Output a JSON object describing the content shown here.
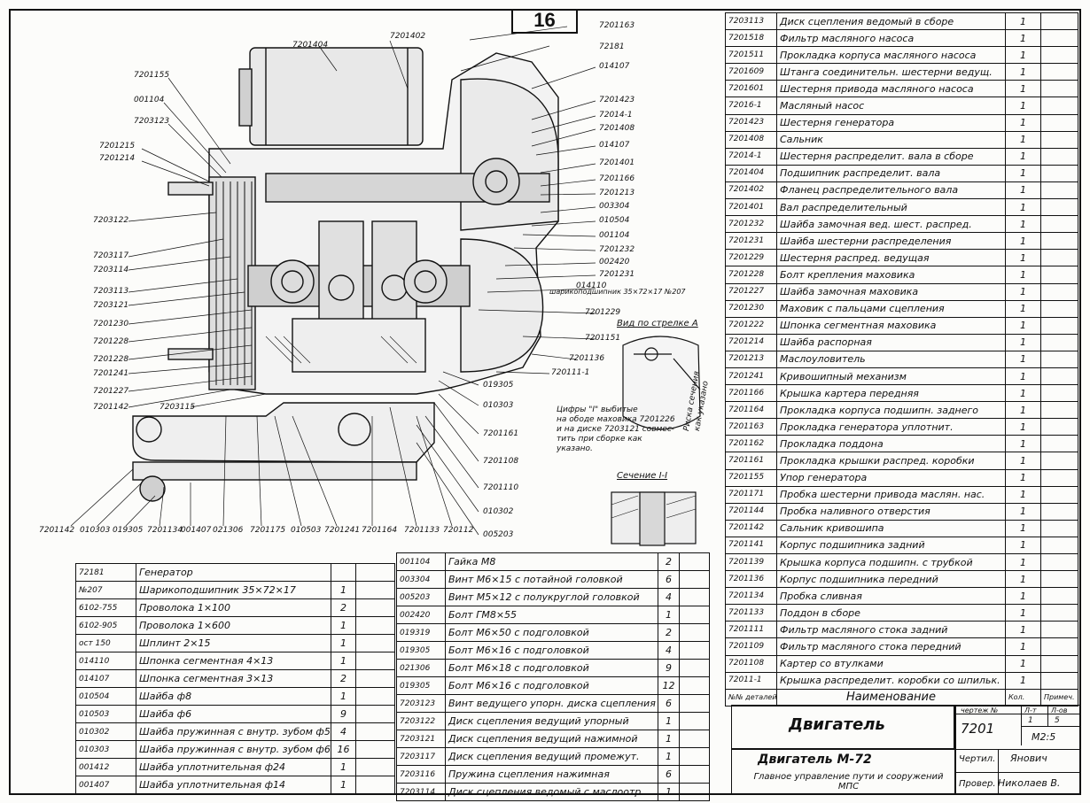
{
  "sheet_number": "16",
  "view_label": "Вид по стрелке А",
  "section_label": "Сечение I-I",
  "bearing_note": "шарикоподшипник 35×72×17 №207",
  "mark_note": [
    "Цифры \"I\" выбитые",
    "на ободе маховика 7201226",
    "и на диске 7203121 совмес-",
    "тить при сборке как",
    "указано."
  ],
  "risk_note": [
    "Риска сечения",
    "как указано"
  ],
  "left_callouts": [
    "7201155",
    "001104",
    "7203123",
    "7201215",
    "7201214",
    "7203122",
    "7203117",
    "7203114",
    "7203113",
    "7203121",
    "7201230",
    "7201228",
    "7201228",
    "7201241",
    "7201227",
    "7201142",
    "7203115"
  ],
  "top_callouts": [
    "7201404",
    "7201402",
    "72181",
    "7201163"
  ],
  "right_callouts": [
    "014107",
    "7201423",
    "72014-1",
    "7201408",
    "014107",
    "7201401",
    "7201166",
    "7201213",
    "003304",
    "010504",
    "001104",
    "7201232",
    "002420",
    "7201231",
    "014110",
    "7201229",
    "7201151",
    "7201136",
    "720111-1",
    "019305",
    "010303",
    "7201161",
    "7201108",
    "7201110",
    "010302",
    "005203"
  ],
  "bottom_callouts": [
    "7201142",
    "010303",
    "019305",
    "7201134",
    "001407",
    "021306",
    "7201175",
    "010503",
    "7201241",
    "7201164",
    "7201133",
    "720112",
    "005203"
  ],
  "left_table": {
    "rows": [
      {
        "code": "72181",
        "name": "Генератор",
        "qty": ""
      },
      {
        "code": "№207",
        "name": "Шарикоподшипник 35×72×17",
        "qty": "1"
      },
      {
        "code": "6102-755",
        "name": "Проволока 1×100",
        "qty": "2"
      },
      {
        "code": "6102-905",
        "name": "Проволока 1×600",
        "qty": "1"
      },
      {
        "code": "ост 150",
        "name": "Шплинт 2×15",
        "qty": "1"
      },
      {
        "code": "014110",
        "name": "Шпонка сегментная 4×13",
        "qty": "1"
      },
      {
        "code": "014107",
        "name": "Шпонка сегментная 3×13",
        "qty": "2"
      },
      {
        "code": "010504",
        "name": "Шайба ф8",
        "qty": "1"
      },
      {
        "code": "010503",
        "name": "Шайба ф6",
        "qty": "9"
      },
      {
        "code": "010302",
        "name": "Шайба пружинная с внутр. зубом ф5",
        "qty": "4"
      },
      {
        "code": "010303",
        "name": "Шайба пружинная с внутр. зубом ф6",
        "qty": "16"
      },
      {
        "code": "001412",
        "name": "Шайба уплотнительная ф24",
        "qty": "1"
      },
      {
        "code": "001407",
        "name": "Шайба уплотнительная ф14",
        "qty": "1"
      }
    ]
  },
  "middle_table": {
    "rows": [
      {
        "code": "001104",
        "name": "Гайка М8",
        "qty": "2"
      },
      {
        "code": "003304",
        "name": "Винт М6×15 с потайной головкой",
        "qty": "6"
      },
      {
        "code": "005203",
        "name": "Винт М5×12 с полукруглой головкой",
        "qty": "4"
      },
      {
        "code": "002420",
        "name": "Болт ГМ8×55",
        "qty": "1"
      },
      {
        "code": "019319",
        "name": "Болт М6×50 с подголовкой",
        "qty": "2"
      },
      {
        "code": "019305",
        "name": "Болт М6×16 с подголовкой",
        "qty": "4"
      },
      {
        "code": "021306",
        "name": "Болт М6×18 с подголовкой",
        "qty": "9"
      },
      {
        "code": "019305",
        "name": "Болт М6×16 с подголовкой",
        "qty": "12"
      },
      {
        "code": "7203123",
        "name": "Винт ведущего упорн. диска сцепления",
        "qty": "6"
      },
      {
        "code": "7203122",
        "name": "Диск сцепления ведущий упорный",
        "qty": "1"
      },
      {
        "code": "7203121",
        "name": "Диск сцепления ведущий нажимной",
        "qty": "1"
      },
      {
        "code": "7203117",
        "name": "Диск сцепления ведущий промежут.",
        "qty": "1"
      },
      {
        "code": "7203116",
        "name": "Пружина сцепления нажимная",
        "qty": "6"
      },
      {
        "code": "7203114",
        "name": "Диск сцепления ведомый с маслоотр.",
        "qty": "1"
      }
    ]
  },
  "right_table": {
    "rows": [
      {
        "code": "7203113",
        "name": "Диск сцепления ведомый в сборе",
        "qty": "1"
      },
      {
        "code": "7201518",
        "name": "Фильтр масляного насоса",
        "qty": "1"
      },
      {
        "code": "7201511",
        "name": "Прокладка корпуса масляного насоса",
        "qty": "1"
      },
      {
        "code": "7201609",
        "name": "Штанга соединительн. шестерни ведущ.",
        "qty": "1"
      },
      {
        "code": "7201601",
        "name": "Шестерня привода масляного насоса",
        "qty": "1"
      },
      {
        "code": "72016-1",
        "name": "Масляный насос",
        "qty": "1"
      },
      {
        "code": "7201423",
        "name": "Шестерня генератора",
        "qty": "1"
      },
      {
        "code": "7201408",
        "name": "Сальник",
        "qty": "1"
      },
      {
        "code": "72014-1",
        "name": "Шестерня распределит. вала в сборе",
        "qty": "1"
      },
      {
        "code": "7201404",
        "name": "Подшипник распределит. вала",
        "qty": "1"
      },
      {
        "code": "7201402",
        "name": "Фланец распределительного вала",
        "qty": "1"
      },
      {
        "code": "7201401",
        "name": "Вал распределительный",
        "qty": "1"
      },
      {
        "code": "7201232",
        "name": "Шайба замочная вед. шест. распред.",
        "qty": "1"
      },
      {
        "code": "7201231",
        "name": "Шайба шестерни распределения",
        "qty": "1"
      },
      {
        "code": "7201229",
        "name": "Шестерня распред. ведущая",
        "qty": "1"
      },
      {
        "code": "7201228",
        "name": "Болт крепления маховика",
        "qty": "1"
      },
      {
        "code": "7201227",
        "name": "Шайба замочная маховика",
        "qty": "1"
      },
      {
        "code": "7201230",
        "name": "Маховик с пальцами сцепления",
        "qty": "1"
      },
      {
        "code": "7201222",
        "name": "Шпонка сегментная маховика",
        "qty": "1"
      },
      {
        "code": "7201214",
        "name": "Шайба распорная",
        "qty": "1"
      },
      {
        "code": "7201213",
        "name": "Маслоуловитель",
        "qty": "1"
      },
      {
        "code": "7201241",
        "name": "Кривошипный механизм",
        "qty": "1"
      },
      {
        "code": "7201166",
        "name": "Крышка картера передняя",
        "qty": "1"
      },
      {
        "code": "7201164",
        "name": "Прокладка корпуса подшипн. заднего",
        "qty": "1"
      },
      {
        "code": "7201163",
        "name": "Прокладка генератора уплотнит.",
        "qty": "1"
      },
      {
        "code": "7201162",
        "name": "Прокладка поддона",
        "qty": "1"
      },
      {
        "code": "7201161",
        "name": "Прокладка крышки распред. коробки",
        "qty": "1"
      },
      {
        "code": "7201155",
        "name": "Упор генератора",
        "qty": "1"
      },
      {
        "code": "7201171",
        "name": "Пробка шестерни привода маслян. нас.",
        "qty": "1"
      },
      {
        "code": "7201144",
        "name": "Пробка наливного отверстия",
        "qty": "1"
      },
      {
        "code": "7201142",
        "name": "Сальник кривошипа",
        "qty": "1"
      },
      {
        "code": "7201141",
        "name": "Корпус подшипника задний",
        "qty": "1"
      },
      {
        "code": "7201139",
        "name": "Крышка корпуса подшипн. с трубкой",
        "qty": "1"
      },
      {
        "code": "7201136",
        "name": "Корпус подшипника передний",
        "qty": "1"
      },
      {
        "code": "7201134",
        "name": "Пробка сливная",
        "qty": "1"
      },
      {
        "code": "7201133",
        "name": "Поддон в сборе",
        "qty": "1"
      },
      {
        "code": "7201111",
        "name": "Фильтр масляного стока задний",
        "qty": "1"
      },
      {
        "code": "7201109",
        "name": "Фильтр масляного стока передний",
        "qty": "1"
      },
      {
        "code": "7201108",
        "name": "Картер со втулками",
        "qty": "1"
      },
      {
        "code": "72011-1",
        "name": "Крышка распределит. коробки со шпильк.",
        "qty": "1"
      }
    ],
    "header": {
      "code": "№№ деталей",
      "name": "Наименование",
      "qty": "Кол.",
      "note": "Примеч."
    }
  },
  "title_block": {
    "name": "Двигатель",
    "drawing_number": "7201",
    "subtitle": "Двигатель М-72",
    "org": "Главное управление пути и сооружений МПС",
    "sheet_label": "чертеж №",
    "sheet_cols": [
      "Л-т",
      "Л-ов"
    ],
    "sheet_values": [
      "1",
      "5"
    ],
    "scale": "М2:5",
    "drawn_label": "Чертил.",
    "drawn_name": "Янович",
    "checked_label": "Провер.",
    "checked_name": "Николаев В."
  }
}
